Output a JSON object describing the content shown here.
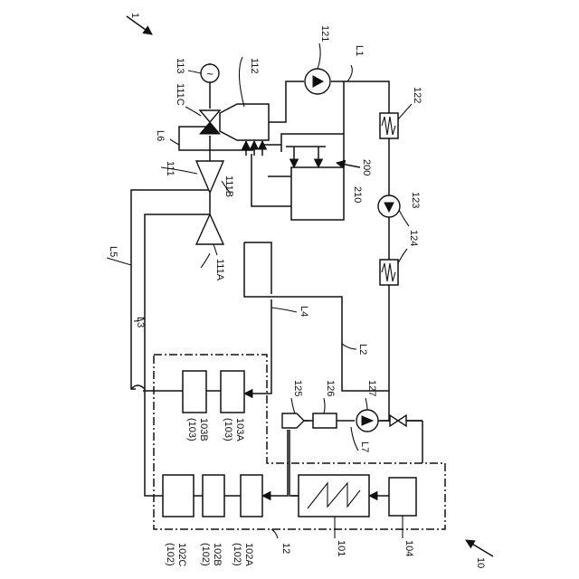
{
  "labels": {
    "fig_1": "1",
    "sys_10": "10",
    "ctrl_12": "12",
    "L1": "L1",
    "L2": "L2",
    "L3": "L3",
    "L4": "L4",
    "L5": "L5",
    "L6": "L6",
    "L7": "L7",
    "n101": "101",
    "n104": "104",
    "n102A": "102A",
    "n102B": "102B",
    "n102C": "102C",
    "n102": "(102)",
    "n103A": "103A",
    "n103B": "103B",
    "n103": "(103)",
    "n111": "111",
    "n111A": "111A",
    "n111B": "111B",
    "n111C": "111C",
    "n112": "112",
    "n113": "113",
    "n121": "121",
    "n122": "122",
    "n123": "123",
    "n124": "124",
    "n125": "125",
    "n126": "126",
    "n127": "127",
    "n200": "200",
    "n210": "210"
  },
  "components": {
    "source_symbol": "~"
  }
}
